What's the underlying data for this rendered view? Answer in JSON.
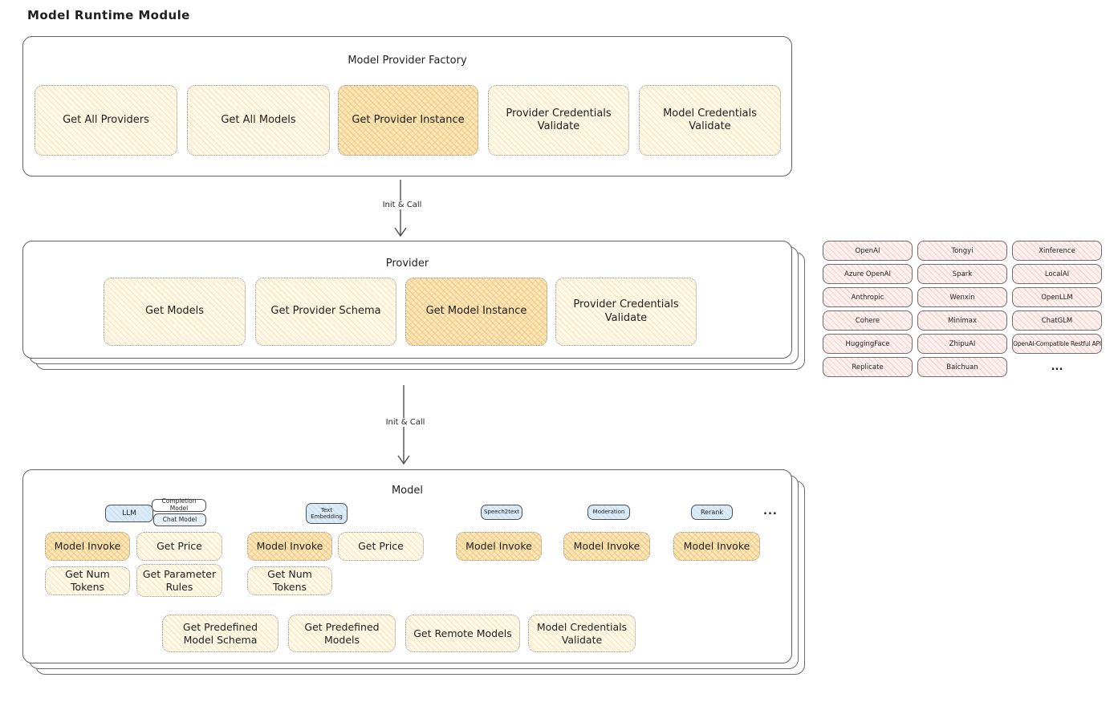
{
  "title": "Model Runtime Module",
  "colors": {
    "cream_fill": "#fdf8e8",
    "highlight_fill": "#f9e6ba",
    "pink_fill": "#fdf1ef",
    "blue_chip_fill": "#dcebf8",
    "box_border": "#5f5f5f",
    "text": "#1f1f1f"
  },
  "arrows": {
    "label1": "Init & Call",
    "label2": "Init & Call"
  },
  "factory": {
    "title": "Model Provider Factory",
    "buttons": [
      {
        "label": "Get All Providers",
        "highlight": false
      },
      {
        "label": "Get All Models",
        "highlight": false
      },
      {
        "label": "Get Provider Instance",
        "highlight": true
      },
      {
        "label": "Provider Credentials Validate",
        "highlight": false
      },
      {
        "label": "Model Credentials Validate",
        "highlight": false
      }
    ]
  },
  "provider": {
    "title": "Provider",
    "buttons": [
      {
        "label": "Get Models",
        "highlight": false
      },
      {
        "label": "Get Provider Schema",
        "highlight": false
      },
      {
        "label": "Get Model Instance",
        "highlight": true
      },
      {
        "label": "Provider Credentials Validate",
        "highlight": false
      }
    ]
  },
  "providers_grid": {
    "cells": [
      "OpenAI",
      "Tongyi",
      "Xinference",
      "Azure OpenAI",
      "Spark",
      "LocalAI",
      "Anthropic",
      "Wenxin",
      "OpenLLM",
      "Cohere",
      "Minimax",
      "ChatGLM",
      "HuggingFace",
      "ZhipuAI",
      "OpenAI-Compatible Restful API",
      "Replicate",
      "Baichuan"
    ],
    "ellipsis": "..."
  },
  "model": {
    "title": "Model",
    "groups": [
      {
        "chip": "LLM",
        "sub_chips": [
          "Completion Model",
          "Chat Model"
        ],
        "buttons": [
          "Model Invoke",
          "Get Price",
          "Get Num Tokens",
          "Get Parameter Rules"
        ]
      },
      {
        "chip": "Text Embedding",
        "buttons": [
          "Model Invoke",
          "Get Price",
          "Get Num Tokens"
        ]
      },
      {
        "chip": "Speech2text",
        "buttons": [
          "Model Invoke"
        ]
      },
      {
        "chip": "Moderation",
        "buttons": [
          "Model Invoke"
        ]
      },
      {
        "chip": "Rerank",
        "buttons": [
          "Model Invoke"
        ]
      }
    ],
    "ellipsis": "...",
    "shared_buttons": [
      "Get Predefined Model Schema",
      "Get Predefined Models",
      "Get Remote Models",
      "Model Credentials Validate"
    ]
  }
}
